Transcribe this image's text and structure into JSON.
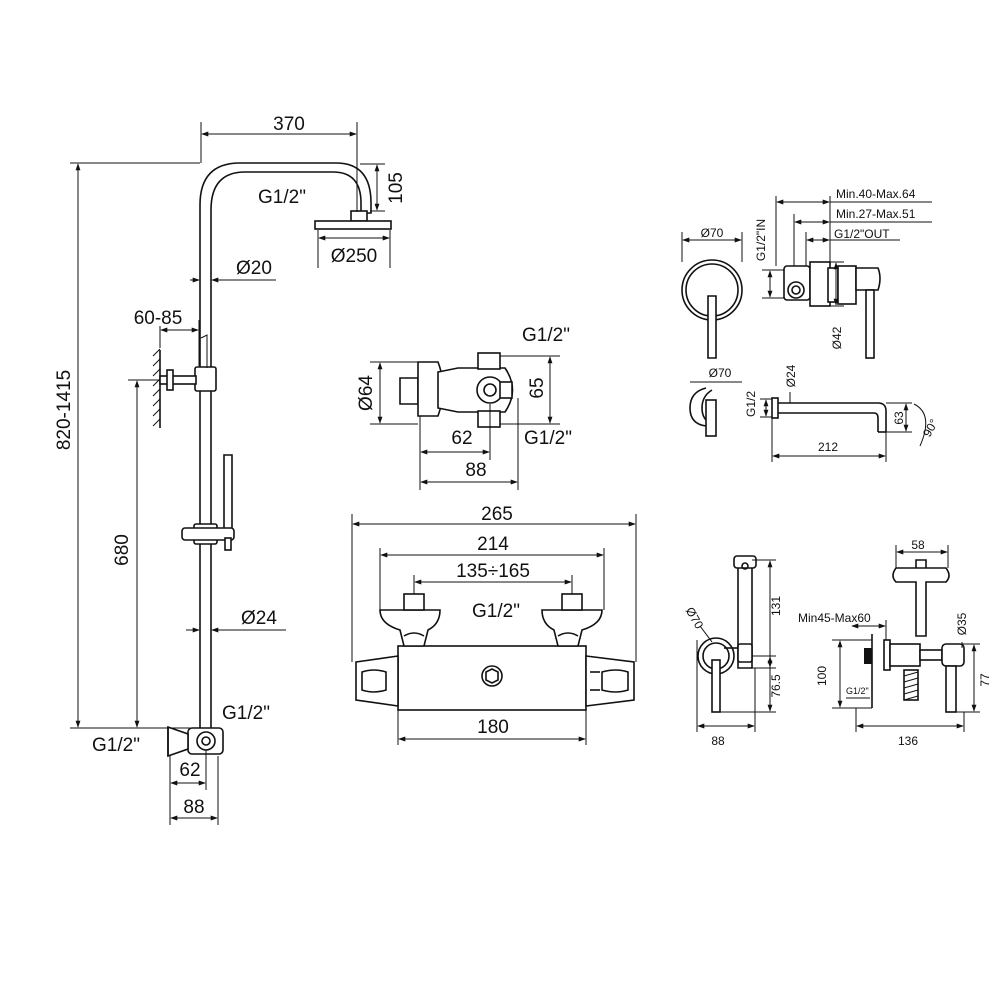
{
  "shower_column": {
    "width": "370",
    "arm_drop": "105",
    "inlet_top": "G1/2\"",
    "head_diameter": "Ø250",
    "pipe_diameter": "Ø20",
    "wall_bracket": "60-85",
    "total_height": "820-1415",
    "lower_height": "680",
    "bar_diameter": "Ø24",
    "inlet_bottom_right": "G1/2\"",
    "inlet_bottom_left": "G1/2\"",
    "valve_width_small": "62",
    "valve_width_large": "88"
  },
  "diverter_top_view": {
    "outlet_top": "G1/2\"",
    "diameter": "Ø64",
    "height": "65",
    "width_small": "62",
    "width_large": "88",
    "outlet_bottom": "G1/2\""
  },
  "thermostatic_mixer": {
    "overall_width": "265",
    "connection_width": "214",
    "center_distance": "135÷165",
    "thread": "G1/2\"",
    "body_width": "180"
  },
  "concealed_mixer": {
    "depth_max": "Min.40-Max.64",
    "depth_min": "Min.27-Max.51",
    "outlet": "G1/2\"OUT",
    "inlet": "G1/2\"IN",
    "plate_diameter": "Ø70",
    "body_diameter": "Ø42"
  },
  "wall_spout": {
    "plate_diameter": "Ø70",
    "spout_diameter": "Ø24",
    "thread": "G1/2",
    "height": "63",
    "angle": "90°",
    "length": "212"
  },
  "bidet_mixer_front": {
    "plate_diameter": "Ø70",
    "hose_length": "131",
    "height": "76.5",
    "width": "88"
  },
  "bidet_mixer_side": {
    "spray_width": "58",
    "depth": "Min45-Max60",
    "diameter": "Ø35",
    "height": "100",
    "thread": "G1/2\"",
    "width": "136",
    "offset": "77"
  }
}
